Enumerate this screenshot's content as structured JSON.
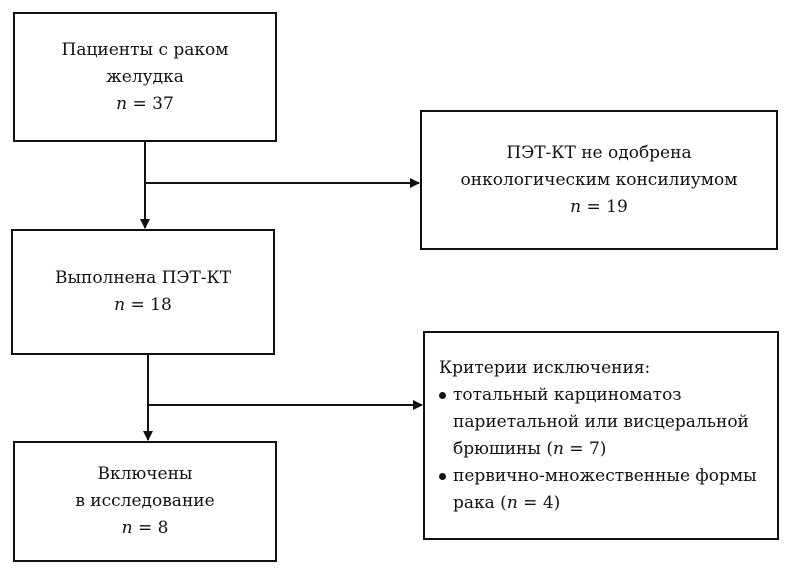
{
  "boxes": {
    "patients": {
      "line1": "Пациенты с раком",
      "line2": "желудка",
      "n_label": "n",
      "n_value": "= 37"
    },
    "not_approved": {
      "line1": "ПЭТ-КТ не одобрена",
      "line2": "онкологическим консилиумом",
      "n_label": "n",
      "n_value": "= 19"
    },
    "pet_done": {
      "line1": "Выполнена ПЭТ-КТ",
      "n_label": "n",
      "n_value": "= 18"
    },
    "exclusion": {
      "title": "Критерии исключения:",
      "items": [
        {
          "line1": "тотальный карциноматоз",
          "line2": "париетальной или висцеральной",
          "line3_pre": "брюшины (",
          "n_label": "n",
          "line3_post": " = 7)"
        },
        {
          "line1": "первично-множественные формы",
          "line2_pre": "рака (",
          "n_label": "n",
          "line2_post": " = 4)"
        }
      ]
    },
    "included": {
      "line1": "Включены",
      "line2": "в исследование",
      "n_label": "n",
      "n_value": "= 8"
    }
  }
}
